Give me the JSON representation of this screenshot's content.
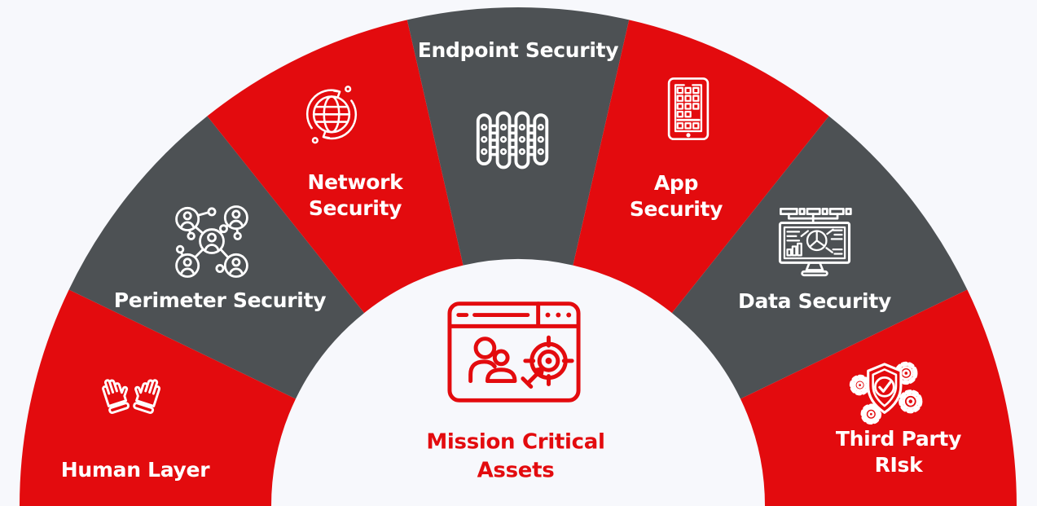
{
  "colors": {
    "red": "#e30b0e",
    "gray": "#4d5154",
    "white": "#ffffff",
    "background": "#f7f8fc"
  },
  "center": {
    "label": "Mission Critical\nAssets",
    "icon": "browser-target-users-icon"
  },
  "segments": [
    {
      "label": "Human Layer",
      "color": "#e30b0e",
      "icon": "gloves-icon"
    },
    {
      "label": "Perimeter Security",
      "color": "#4d5154",
      "icon": "connected-users-icon"
    },
    {
      "label": "Network\nSecurity",
      "color": "#e30b0e",
      "icon": "globe-sync-icon"
    },
    {
      "label": "Endpoint Security",
      "color": "#4d5154",
      "icon": "server-rack-icon"
    },
    {
      "label": "App\nSecurity",
      "color": "#e30b0e",
      "icon": "mobile-apps-icon"
    },
    {
      "label": "Data Security",
      "color": "#4d5154",
      "icon": "analytics-monitor-icon"
    },
    {
      "label": "Third Party RIsk",
      "color": "#e30b0e",
      "icon": "shield-gears-icon"
    }
  ]
}
